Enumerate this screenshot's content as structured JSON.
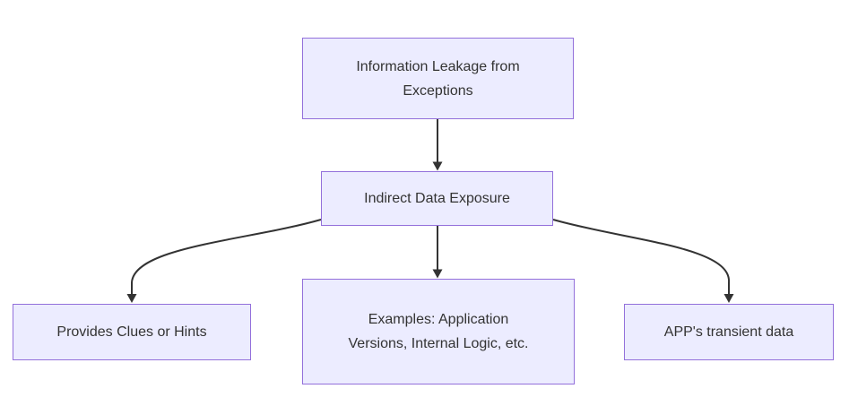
{
  "diagram": {
    "type": "flowchart",
    "direction": "top-down",
    "colors": {
      "node_fill": "#ECECFF",
      "node_border": "#9370DB",
      "text": "#333333",
      "edge": "#333333",
      "background": "#ffffff"
    },
    "nodes": [
      {
        "id": "info-leakage",
        "label": "Information Leakage from Exceptions"
      },
      {
        "id": "indirect-exposure",
        "label": "Indirect Data Exposure"
      },
      {
        "id": "provides-clues",
        "label": "Provides Clues or Hints"
      },
      {
        "id": "examples",
        "label": "Examples: Application Versions, Internal Logic, etc."
      },
      {
        "id": "transient-data",
        "label": "APP's transient data"
      }
    ],
    "edges": [
      {
        "from": "info-leakage",
        "to": "indirect-exposure"
      },
      {
        "from": "indirect-exposure",
        "to": "provides-clues"
      },
      {
        "from": "indirect-exposure",
        "to": "examples"
      },
      {
        "from": "indirect-exposure",
        "to": "transient-data"
      }
    ]
  }
}
